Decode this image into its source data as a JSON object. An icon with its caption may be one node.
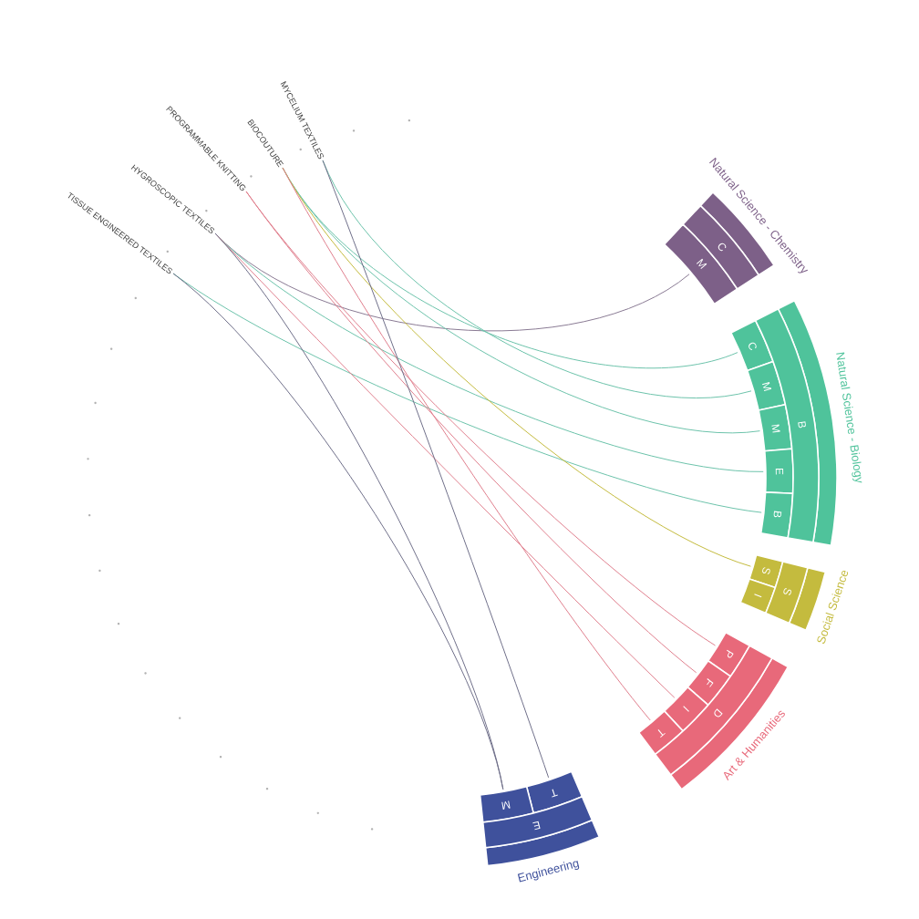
{
  "diagram": {
    "nodes": [
      {
        "text": [
          "MYCELIUM TEXTILES"
        ]
      },
      {
        "text": [
          "BIOCOUTURE"
        ]
      },
      {
        "text": [
          "PROGRAMMABLE KNITTING"
        ]
      },
      {
        "text": [
          "HYGROSCOPIC TEXTILES"
        ]
      },
      {
        "text": [
          "TISSUE ENGINEERED TEXTILES"
        ]
      },
      {
        "text": [
          "Natural Science - Chemistry"
        ]
      },
      {
        "text": [
          "M"
        ]
      },
      {
        "text": [
          "C"
        ]
      },
      {
        "text": [
          "Natural Science - Biology"
        ]
      },
      {
        "text": [
          "C"
        ]
      },
      {
        "text": [
          "M"
        ]
      },
      {
        "text": [
          "M"
        ]
      },
      {
        "text": [
          "E"
        ]
      },
      {
        "text": [
          "B"
        ]
      },
      {
        "text": [
          "B"
        ]
      },
      {
        "text": [
          "Social Science"
        ]
      },
      {
        "text": [
          "S"
        ]
      },
      {
        "text": [
          "I"
        ]
      },
      {
        "text": [
          "S"
        ]
      },
      {
        "text": [
          "Art & Humanities"
        ]
      },
      {
        "text": [
          "P"
        ]
      },
      {
        "text": [
          "F"
        ]
      },
      {
        "text": [
          "I"
        ]
      },
      {
        "text": [
          "T"
        ]
      },
      {
        "text": [
          "D"
        ]
      },
      {
        "text": [
          "Engineering"
        ]
      },
      {
        "text": [
          "T"
        ]
      },
      {
        "text": [
          "M"
        ]
      },
      {
        "text": [
          "E"
        ]
      }
    ],
    "edges": [
      {
        "from": 3,
        "to": 6,
        "arrow": "none",
        "color": "#8a7a94"
      },
      {
        "from": 1,
        "to": 9,
        "arrow": "none"
      },
      {
        "from": 0,
        "to": 10,
        "arrow": "none"
      },
      {
        "from": 1,
        "to": 11,
        "arrow": "none"
      },
      {
        "from": 3,
        "to": 12,
        "arrow": "none"
      },
      {
        "from": 4,
        "to": 13,
        "arrow": "none"
      },
      {
        "from": 1,
        "to": 16,
        "arrow": "none",
        "color": "#c4bb3e"
      },
      {
        "from": 2,
        "to": 20,
        "arrow": "none",
        "color": "#e07f8e"
      },
      {
        "from": 2,
        "to": 21,
        "arrow": "none",
        "color": "#e07f8e"
      },
      {
        "from": 3,
        "to": 22,
        "arrow": "none",
        "color": "#e07f8e"
      },
      {
        "from": 1,
        "to": 23,
        "arrow": "none",
        "color": "#e07f8e"
      },
      {
        "from": 0,
        "to": 26,
        "arrow": "none",
        "color": "#6f6f8a"
      },
      {
        "from": 4,
        "to": 27,
        "arrow": "none",
        "color": "#6f6f8a"
      },
      {
        "from": 3,
        "to": 27,
        "arrow": "none",
        "color": "#6f6f8a"
      }
    ]
  }
}
